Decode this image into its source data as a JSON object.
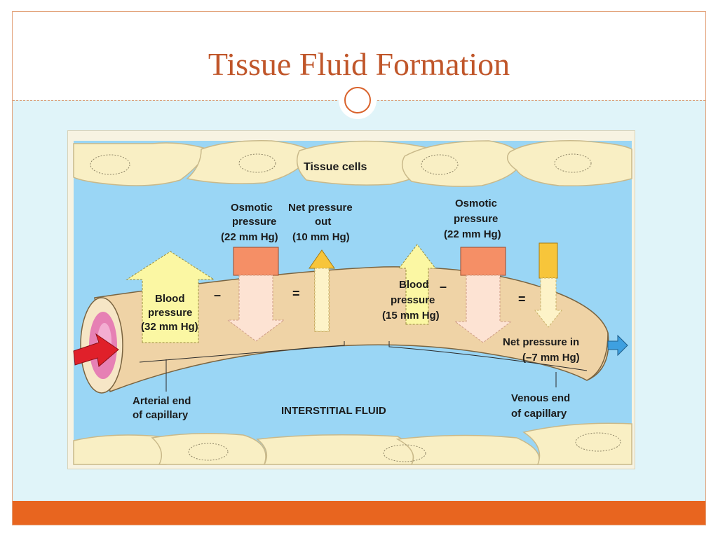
{
  "slide": {
    "title": "Tissue Fluid Formation"
  },
  "diagram": {
    "tissue_cells_label": "Tissue cells",
    "arterial_blood_pressure": [
      "Blood",
      "pressure",
      "(32 mm Hg)"
    ],
    "arterial_osmotic": [
      "Osmotic",
      "pressure",
      "(22 mm Hg)"
    ],
    "arterial_net": [
      "Net pressure",
      "out",
      "(10 mm Hg)"
    ],
    "venous_osmotic": [
      "Osmotic",
      "pressure",
      "(22 mm Hg)"
    ],
    "venous_blood_pressure": [
      "Blood",
      "pressure",
      "(15 mm Hg)"
    ],
    "venous_net": [
      "Net pressure in",
      "(–7 mm Hg)"
    ],
    "minus_sign": "–",
    "equals_sign": "=",
    "arterial_end_label": [
      "Arterial end",
      "of capillary"
    ],
    "venous_end_label": [
      "Venous end",
      "of capillary"
    ],
    "interstitial_label": "INTERSTITIAL FLUID",
    "colors": {
      "title": "#c0562a",
      "accent_bar": "#e8651f",
      "fluid_blue": "#9ad6f5",
      "capillary": "#efd3a6",
      "tissue_cell": "#f9efc4",
      "blood_pressure_arrow": "#fbf7a3",
      "osmotic_box": "#f58f66",
      "net_arrow": "#f7c53a",
      "flow_in_arrow": "#e0202a",
      "flow_out_arrow": "#3ea0e0"
    }
  }
}
